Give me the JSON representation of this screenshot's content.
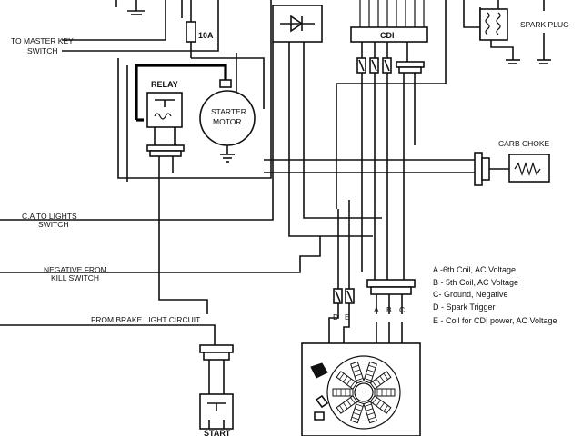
{
  "labels": {
    "master_key": [
      "TO MASTER KEY",
      "SWITCH"
    ],
    "fuse": "10A",
    "relay": "RELAY",
    "starter_motor": [
      "STARTER",
      "MOTOR"
    ],
    "cdi": "CDI",
    "spark_plug": "SPARK PLUG",
    "carb_choke": "CARB CHOKE",
    "lights": [
      "C.A TO LIGHTS",
      "SWITCH"
    ],
    "kill_switch": [
      "NEGATIVE FROM",
      "KILL SWITCH"
    ],
    "brake_light": "FROM BRAKE LIGHT CIRCUIT",
    "start": "START",
    "stator_letters": [
      "A",
      "B",
      "C"
    ],
    "trigger_letters": [
      "D",
      "E"
    ]
  },
  "legend": [
    "A -6th Coil, AC Voltage",
    "B - 5th Coil, AC Voltage",
    "C- Ground, Negative",
    "D  - Spark Trigger",
    "E - Coil for CDI power, AC Voltage"
  ]
}
